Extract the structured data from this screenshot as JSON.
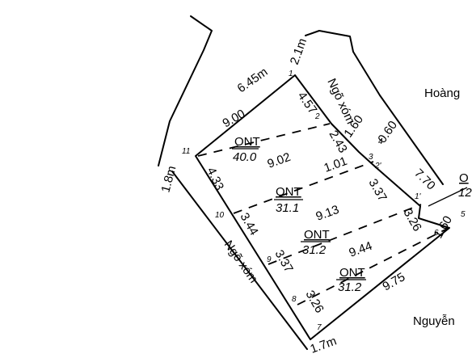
{
  "colors": {
    "line": "#000000",
    "background": "#ffffff"
  },
  "points": [
    "1",
    "2",
    "2'",
    "3",
    "4",
    "1'",
    "5",
    "6",
    "7",
    "8",
    "9",
    "10",
    "11"
  ],
  "dimensions": {
    "d_6_45m": "6.45m",
    "d_2_1m": "2.1m",
    "d_9_00": "9.00",
    "d_4_57": "4.57",
    "d_1_60_top": "1.60",
    "d_0_60": "0.60",
    "d_2_43": "2.43",
    "d_9_02": "9.02",
    "d_1_01": "1.01",
    "d_7_70": "7.70",
    "d_3_37_right": "3.37",
    "d_4_33": "4.33",
    "d_1_8m": "1.8m",
    "d_9_13": "9.13",
    "d_3_26_right": "3.26",
    "d_1_60_bottom": "1.60",
    "d_3_44": "3.44",
    "d_9_44": "9.44",
    "d_3_37_left": "3.37",
    "d_9_75": "9.75",
    "d_3_26_left": "3.26",
    "d_1_7m": "1.7m"
  },
  "lots": [
    {
      "type": "ONT",
      "area": "40.0"
    },
    {
      "type": "ONT",
      "area": "31.1"
    },
    {
      "type": "ONT",
      "area": "31.2"
    },
    {
      "type": "ONT",
      "area": "31.2"
    },
    {
      "type": "O",
      "area": "12"
    }
  ],
  "streets": {
    "ngo_xom_top": "Ngõ xóm",
    "ngo_xom_left": "Ngõ xóm",
    "hoang": "Hoàng",
    "nguyen": "Nguyễn"
  }
}
